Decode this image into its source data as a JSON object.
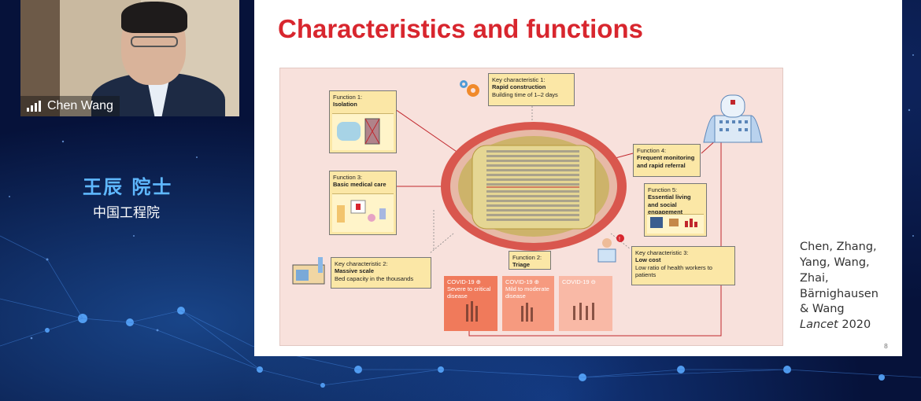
{
  "speaker": {
    "name": "Chen Wang",
    "name_cn": "王辰  院士",
    "org_cn": "中国工程院"
  },
  "slide": {
    "title": "Characteristics and functions",
    "page_number": "8",
    "citation": {
      "line1": "Chen, Zhang,",
      "line2": "Yang, Wang,",
      "line3": "Zhai,",
      "line4": "Bärnighausen",
      "line5": "& Wang",
      "journal": "Lancet",
      "year": " 2020"
    },
    "figure": {
      "key1": {
        "head": "Key characteristic 1:",
        "title": "Rapid construction",
        "detail": "Building time of 1–2 days"
      },
      "key2": {
        "head": "Key characteristic 2:",
        "title": "Massive scale",
        "detail": "Bed capacity in the thousands"
      },
      "key3": {
        "head": "Key characteristic 3:",
        "title": "Low cost",
        "detail": "Low ratio of health workers to patients"
      },
      "f1": {
        "head": "Function 1:",
        "title": "Isolation"
      },
      "f2": {
        "head": "Function 2:",
        "title": "Triage"
      },
      "f3": {
        "head": "Function 3:",
        "title": "Basic medical care"
      },
      "f4": {
        "head": "Function 4:",
        "title": "Frequent monitoring and rapid referral"
      },
      "f5": {
        "head": "Function 5:",
        "title": "Essential living and social engagement"
      },
      "c1": "COVID-19 ⊕ Severe to critical disease",
      "c2": "COVID-19 ⊕ Mild to moderate disease",
      "c3": "COVID-19 ⊖"
    }
  },
  "colors": {
    "title_red": "#d8262e",
    "chinese_name_blue": "#5fb8ff",
    "background_navy": "#06123a",
    "figure_pink": "#f8e1dc",
    "box_yellow": "#fbe7a6",
    "track_red": "#d9574e"
  }
}
